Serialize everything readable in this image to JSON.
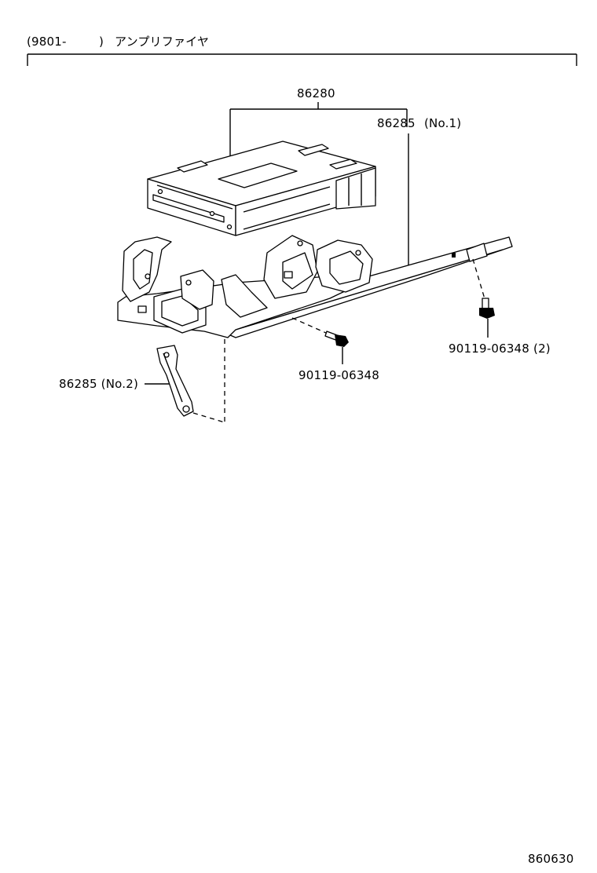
{
  "header": {
    "code_range": "(9801-",
    "close_paren": ")",
    "title": "アンプリファイヤ"
  },
  "parts": {
    "amplifier": "86280",
    "bracket_no1_number": "86285",
    "bracket_no1_suffix": "(No.1)",
    "bracket_no2": "86285 (No.2)",
    "bolt_center": "90119-06348",
    "bolt_right": "90119-06348 (2)"
  },
  "footer": {
    "diagram_id": "860630"
  }
}
